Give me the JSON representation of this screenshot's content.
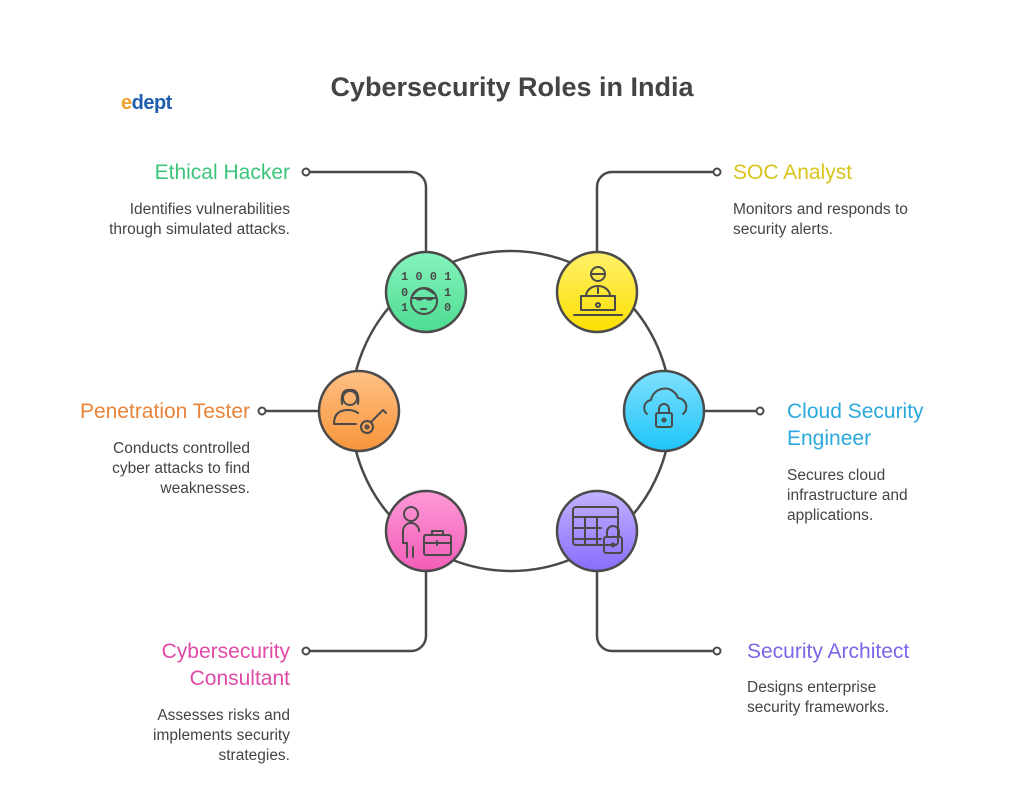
{
  "title": "Cybersecurity Roles in India",
  "logo": {
    "first": "e",
    "rest": "dept"
  },
  "roles": [
    {
      "name": "Ethical Hacker",
      "desc": "Identifies vulnerabilities through simulated attacks.",
      "color": "#3cc47c",
      "icon": "hacker-binary-icon"
    },
    {
      "name": "SOC Analyst",
      "desc": "Monitors and responds to security alerts.",
      "color": "#d9c31c",
      "icon": "analyst-laptop-icon"
    },
    {
      "name": "Penetration Tester",
      "desc": "Conducts controlled cyber attacks to find weaknesses.",
      "color": "#e8843a",
      "icon": "person-key-icon"
    },
    {
      "name": "Cloud Security Engineer",
      "desc": "Secures cloud infrastructure and applications.",
      "color": "#2ba8dc",
      "icon": "cloud-lock-icon"
    },
    {
      "name": "Cybersecurity Consultant",
      "desc": "Assesses risks and implements security strategies.",
      "color": "#e04aa6",
      "icon": "person-briefcase-icon"
    },
    {
      "name": "Security Architect",
      "desc": "Designs enterprise security frameworks.",
      "color": "#7b66e8",
      "icon": "grid-lock-icon"
    }
  ]
}
